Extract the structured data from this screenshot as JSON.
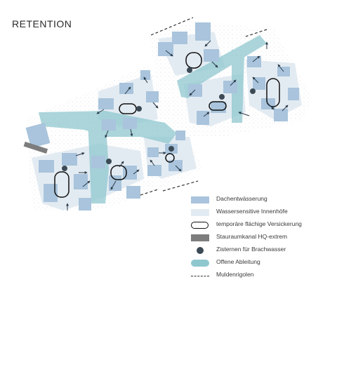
{
  "title": "RETENTION",
  "colors": {
    "roof": "#a9c4dc",
    "courtyard": "#e3ebf2",
    "open_drain": "#8fc7cf",
    "storage_canal": "#7d7d7d",
    "cistern": "#3c4a55",
    "swale_line": "#333333"
  },
  "legend": [
    {
      "symbol": "roof-swatch",
      "label": "Dachentwässerung"
    },
    {
      "symbol": "courtyard-swatch",
      "label": "Wassersensitive Innenhöfe"
    },
    {
      "symbol": "temporary-infiltration-outline",
      "label": "temporäre flächige Versickerung"
    },
    {
      "symbol": "storage-canal-swatch",
      "label": "Stauraumkanal HQ-extrem"
    },
    {
      "symbol": "cistern-dot",
      "label": "Zisternen für Brachwasser"
    },
    {
      "symbol": "open-drain-swatch",
      "label": "Offene Ableitung"
    },
    {
      "symbol": "dashed-line",
      "label": "Muldenrigolen"
    }
  ]
}
